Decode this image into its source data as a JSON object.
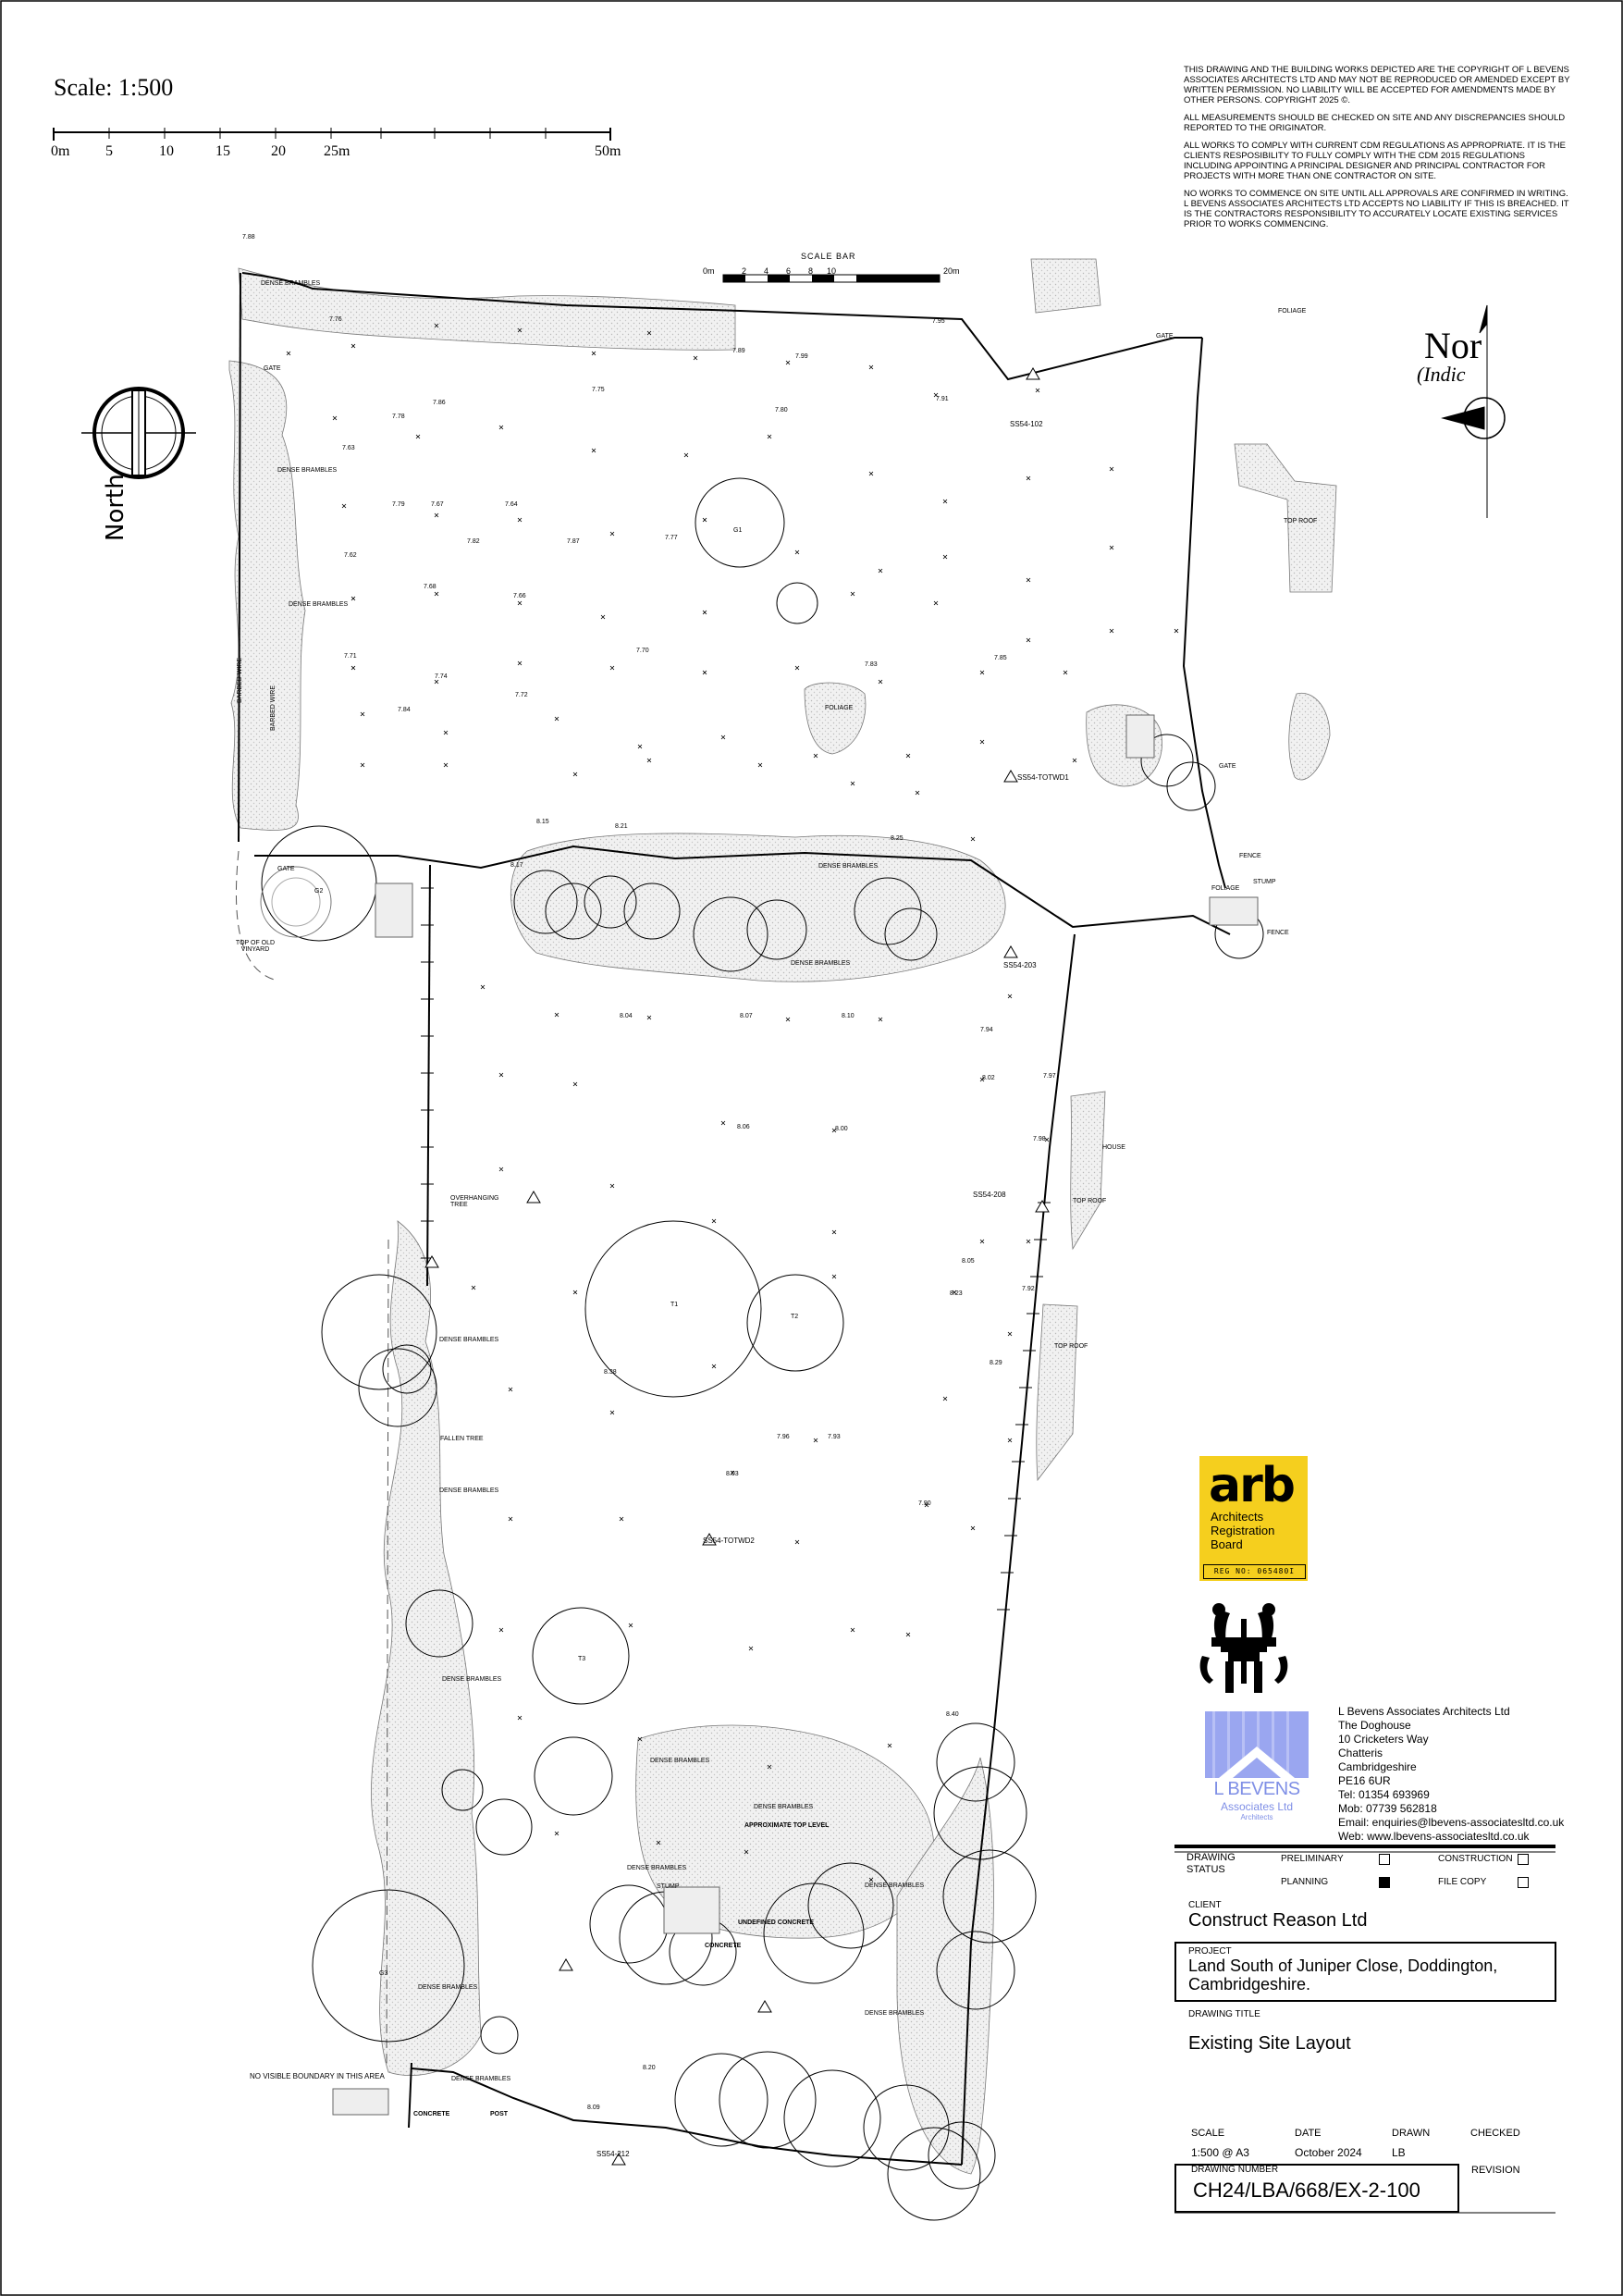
{
  "scale_header": {
    "title": "Scale: 1:500",
    "ticks": [
      "0m",
      "5",
      "10",
      "15",
      "20",
      "25m",
      "50m"
    ]
  },
  "notes": [
    "THIS DRAWING AND THE BUILDING WORKS DEPICTED ARE THE COPYRIGHT OF L BEVENS ASSOCIATES ARCHITECTS LTD AND MAY NOT BE REPRODUCED OR AMENDED EXCEPT BY WRITTEN PERMISSION. NO LIABILITY WILL BE ACCEPTED FOR AMENDMENTS MADE BY OTHER PERSONS. COPYRIGHT 2025 ©.",
    "ALL MEASUREMENTS SHOULD BE CHECKED ON SITE AND ANY DISCREPANCIES SHOULD REPORTED TO THE ORIGINATOR.",
    "ALL WORKS TO COMPLY WITH CURRENT CDM REGULATIONS AS APPROPRIATE. IT IS THE CLIENTS RESPOSIBILITY TO FULLY COMPLY WITH THE CDM 2015 REGULATIONS INCLUDING APPOINTING A PRINCIPAL DESIGNER AND PRINCIPAL CONTRACTOR FOR PROJECTS WITH MORE THAN ONE CONTRACTOR ON SITE.",
    "NO WORKS TO COMMENCE ON SITE UNTIL ALL APPROVALS ARE CONFIRMED IN WRITING. L BEVENS ASSOCIATES ARCHITECTS LTD ACCEPTS NO LIABILITY IF THIS IS BREACHED. IT IS THE CONTRACTORS RESPONSIBILITY TO ACCURATELY LOCATE EXISTING SERVICES PRIOR TO WORKS COMMENCING."
  ],
  "north_left": "North",
  "north_right": {
    "word": "Nor",
    "indicative": "(Indic"
  },
  "survey_scale_bar": {
    "title": "SCALE BAR",
    "start": "0m",
    "ticks": [
      "2",
      "4",
      "6",
      "8",
      "10"
    ],
    "end": "20m"
  },
  "plan_labels": {
    "dense_brambles": "DENSE BRAMBLES",
    "barbed_wire": "BARBED WIRE",
    "foliage": "FOLIAGE",
    "gate": "GATE",
    "fence": "FENCE",
    "stump": "STUMP",
    "fallen_tree": "FALLEN TREE",
    "overhanging_tree": "OVERHANGING TREE",
    "top_of_old_vinyard": "TOP OF OLD VINYARD",
    "no_visible_boundary": "NO VISIBLE BOUNDARY IN THIS AREA",
    "approximate_top_level": "APPROXIMATE TOP LEVEL",
    "undefined_concrete": "UNDEFINED CONCRETE",
    "concrete": "CONCRETE",
    "house": "HOUSE",
    "top_roof": "TOP ROOF",
    "post": "POST"
  },
  "spot_levels": [
    "7.88",
    "7.76",
    "7.95",
    "7.89",
    "7.99",
    "7.75",
    "7.80",
    "7.86",
    "7.91",
    "7.78",
    "7.63",
    "7.79",
    "7.67",
    "7.64",
    "7.82",
    "7.62",
    "7.68",
    "7.66",
    "7.71",
    "7.87",
    "7.77",
    "7.74",
    "7.72",
    "7.83",
    "7.70",
    "7.85",
    "7.84",
    "7.97",
    "8.05",
    "8.15",
    "8.21",
    "8.25",
    "8.17",
    "8.04",
    "7.94",
    "8.07",
    "8.10",
    "7.98",
    "8.02",
    "8.06",
    "8.00",
    "7.92",
    "7.96",
    "8.03",
    "7.90",
    "7.93",
    "8.23",
    "8.38",
    "8.29",
    "8.40",
    "8.09",
    "8.20"
  ],
  "stations": [
    "SS54-102",
    "SS54-TOTWD1",
    "SS54-TOTWD2",
    "SS54-203",
    "SS54-208",
    "SS54-212"
  ],
  "trees": [
    "G1",
    "G2",
    "T1",
    "T2",
    "T3",
    "G3"
  ],
  "arb": {
    "logo": "arb",
    "name_lines": [
      "Architects",
      "Registration",
      "Board"
    ],
    "reg": "REG NO: 065480I"
  },
  "practice": {
    "logo_name": "L BEVENS",
    "logo_assoc": "Associates Ltd",
    "logo_arch": "Architects",
    "address": [
      "L Bevens Associates Architects Ltd",
      "The Doghouse",
      "10 Cricketers Way",
      "Chatteris",
      "Cambridgeshire",
      "PE16 6UR",
      "Tel: 01354 693969",
      "Mob: 07739 562818",
      "Email: enquiries@lbevens-associatesltd.co.uk",
      "Web: www.lbevens-associatesltd.co.uk"
    ]
  },
  "title_block": {
    "status_label": "DRAWING STATUS",
    "status_options": [
      {
        "label": "PRELIMINARY",
        "checked": false
      },
      {
        "label": "CONSTRUCTION",
        "checked": false
      },
      {
        "label": "PLANNING",
        "checked": true
      },
      {
        "label": "FILE COPY",
        "checked": false
      }
    ],
    "client_label": "CLIENT",
    "client": "Construct Reason Ltd",
    "project_label": "PROJECT",
    "project_lines": [
      "Land South of Juniper Close, Doddington,",
      "Cambridgeshire."
    ],
    "title_label": "DRAWING TITLE",
    "title": "Existing Site Layout",
    "scale_label": "SCALE",
    "scale": "1:500 @ A3",
    "date_label": "DATE",
    "date": "October 2024",
    "drawn_label": "DRAWN",
    "drawn": "LB",
    "checked_label": "CHECKED",
    "number_label": "DRAWING NUMBER",
    "number": "CH24/LBA/668/EX-2-100",
    "revision_label": "REVISION"
  }
}
